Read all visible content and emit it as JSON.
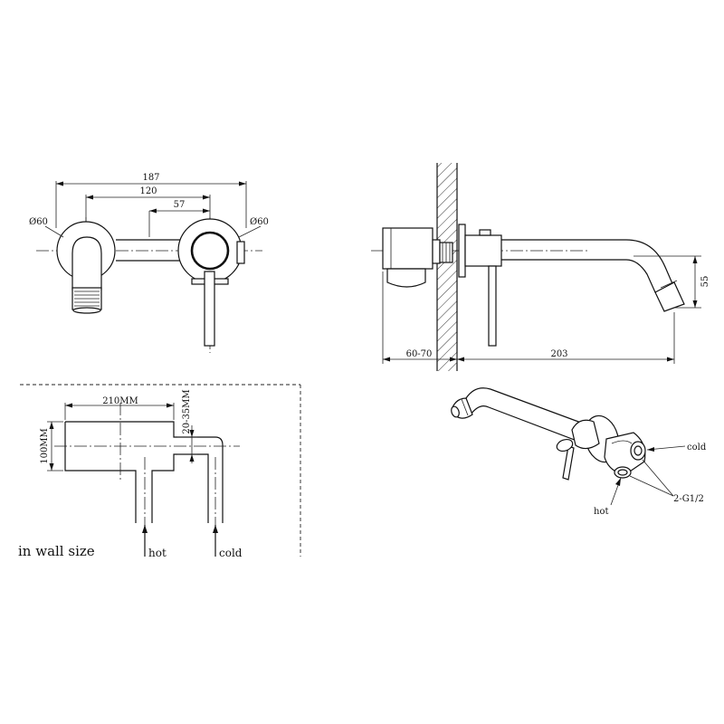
{
  "front_view": {
    "dim_overall": "187",
    "dim_centers": "120",
    "dim_offset": "57",
    "dia_left": "Ø60",
    "dia_right": "Ø60"
  },
  "side_view": {
    "dim_wall_depth": "60-70",
    "dim_spout_length": "203",
    "dim_height": "55"
  },
  "in_wall": {
    "dim_width": "210MM",
    "dim_height": "100MM",
    "dim_depth": "20-35MM",
    "label_hot": "hot",
    "label_cold": "cold",
    "caption": "in wall size"
  },
  "iso_view": {
    "label_cold": "cold",
    "label_hot": "hot",
    "label_thread": "2-G1/2"
  }
}
